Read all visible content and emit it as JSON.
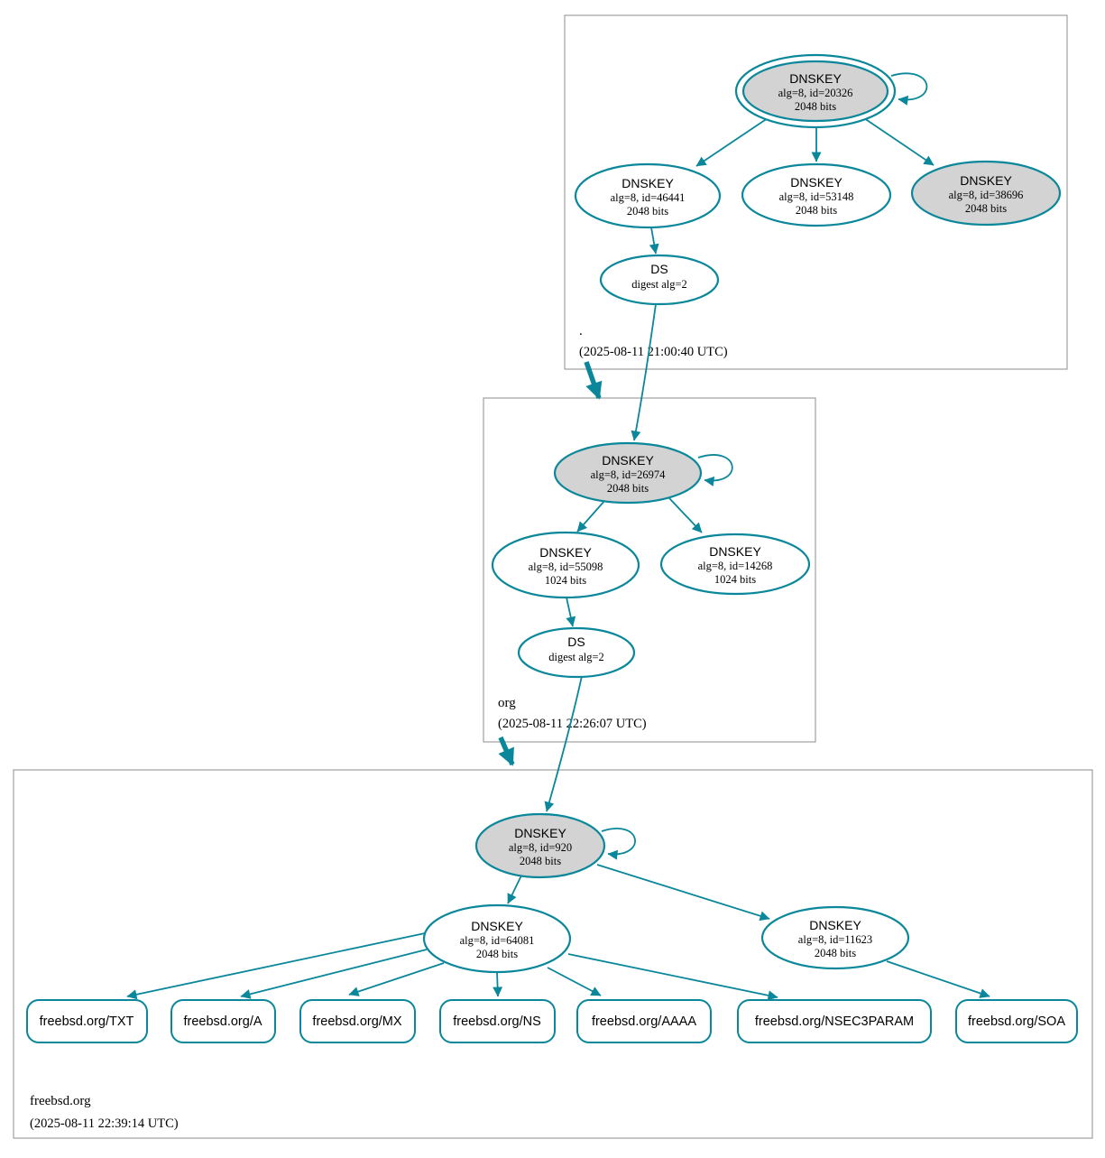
{
  "colors": {
    "edge": "#0a879a",
    "node_gray": "#d3d3d3",
    "node_white": "#ffffff",
    "box_border": "#8c8c8c",
    "text": "#000000",
    "background": "#ffffff"
  },
  "zones": [
    {
      "name": ".",
      "timestamp": "(2025-08-11 21:00:40 UTC)",
      "nodes": {
        "ksk": {
          "title": "DNSKEY",
          "detail": "alg=8, id=20326",
          "bits": "2048 bits"
        },
        "zsk_46441": {
          "title": "DNSKEY",
          "detail": "alg=8, id=46441",
          "bits": "2048 bits"
        },
        "zsk_53148": {
          "title": "DNSKEY",
          "detail": "alg=8, id=53148",
          "bits": "2048 bits"
        },
        "ksk_38696": {
          "title": "DNSKEY",
          "detail": "alg=8, id=38696",
          "bits": "2048 bits"
        },
        "ds": {
          "title": "DS",
          "detail": "digest alg=2"
        }
      }
    },
    {
      "name": "org",
      "timestamp": "(2025-08-11 22:26:07 UTC)",
      "nodes": {
        "ksk": {
          "title": "DNSKEY",
          "detail": "alg=8, id=26974",
          "bits": "2048 bits"
        },
        "zsk_55098": {
          "title": "DNSKEY",
          "detail": "alg=8, id=55098",
          "bits": "1024 bits"
        },
        "zsk_14268": {
          "title": "DNSKEY",
          "detail": "alg=8, id=14268",
          "bits": "1024 bits"
        },
        "ds": {
          "title": "DS",
          "detail": "digest alg=2"
        }
      }
    },
    {
      "name": "freebsd.org",
      "timestamp": "(2025-08-11 22:39:14 UTC)",
      "nodes": {
        "ksk": {
          "title": "DNSKEY",
          "detail": "alg=8, id=920",
          "bits": "2048 bits"
        },
        "zsk_64081": {
          "title": "DNSKEY",
          "detail": "alg=8, id=64081",
          "bits": "2048 bits"
        },
        "zsk_11623": {
          "title": "DNSKEY",
          "detail": "alg=8, id=11623",
          "bits": "2048 bits"
        }
      },
      "rrsets": [
        "freebsd.org/TXT",
        "freebsd.org/A",
        "freebsd.org/MX",
        "freebsd.org/NS",
        "freebsd.org/AAAA",
        "freebsd.org/NSEC3PARAM",
        "freebsd.org/SOA"
      ]
    }
  ]
}
